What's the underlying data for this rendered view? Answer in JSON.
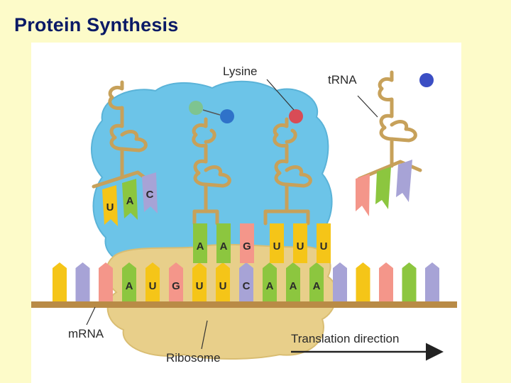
{
  "title": "Protein Synthesis",
  "labels": {
    "lysine": "Lysine",
    "trna": "tRNA",
    "mrna": "mRNA",
    "ribosome": "Ribosome",
    "translation_direction": "Translation direction"
  },
  "anticodon_left": [
    "U",
    "A",
    "C"
  ],
  "anticodons_bound": [
    "A",
    "A",
    "G",
    "U",
    "U",
    "U"
  ],
  "mrna_codons": [
    "A",
    "U",
    "G",
    "U",
    "U",
    "C",
    "A",
    "A",
    "A"
  ],
  "colors": {
    "A": "#8cc63f",
    "U": "#f5c518",
    "G": "#f4968a",
    "C": "#a7a3d6",
    "trna": "#c7a15a",
    "ribosome_large": "#6cc4e8",
    "ribosome_small": "#e8cf8a",
    "backbone": "#b98b46",
    "amino_green": "#7ec490",
    "amino_blue": "#2f72c9",
    "amino_red": "#d84c56",
    "amino_dblue": "#3b4ec4"
  }
}
